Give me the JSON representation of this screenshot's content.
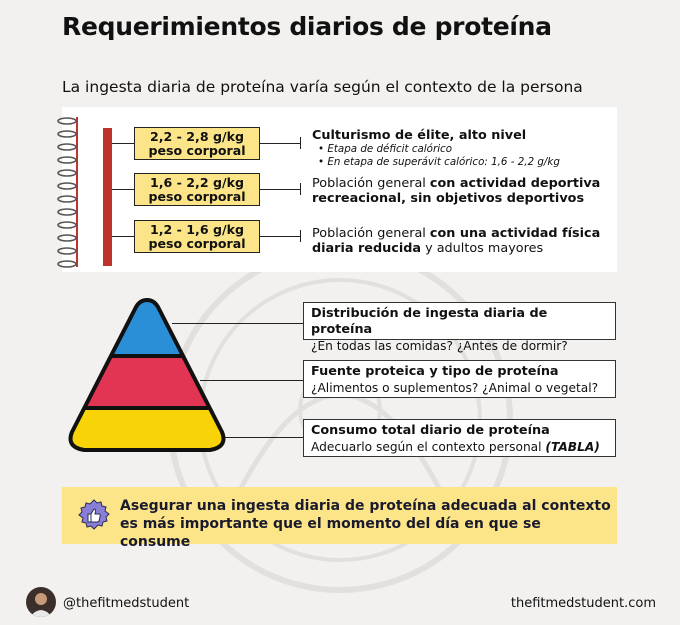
{
  "title": "Requerimientos diarios de proteína",
  "subtitle": "La ingesta diaria de proteína varía según el contexto de la persona",
  "requirements": [
    {
      "range_line1": "2,2 - 2,8 g/kg",
      "range_line2": "peso corporal",
      "heading": "Culturismo de élite, alto nivel",
      "bullets": [
        "Etapa de déficit calórico",
        "En etapa de superávit calórico: 1,6 - 2,2 g/kg"
      ]
    },
    {
      "range_line1": "1,6 - 2,2 g/kg",
      "range_line2": "peso corporal",
      "text_plain1": "Población general ",
      "text_bold1": "con actividad deportiva recreacional, sin objetivos deportivos"
    },
    {
      "range_line1": "1,2 - 1,6 g/kg",
      "range_line2": "peso corporal",
      "text_plain1": "Población general ",
      "text_bold1": "con una actividad física diaria reducida",
      "text_plain2": " y adultos mayores"
    }
  ],
  "pyramid": [
    {
      "heading": "Distribución de ingesta diaria de proteína",
      "detail": "¿En todas las comidas? ¿Antes de dormir?",
      "color": "#2b8fd8"
    },
    {
      "heading": "Fuente proteica y tipo de proteína",
      "detail": "¿Alimentos o suplementos? ¿Animal o vegetal?",
      "color": "#e23553"
    },
    {
      "heading": "Consumo total diario de proteína",
      "detail_plain": "Adecuarlo según el contexto personal ",
      "detail_italic": "(TABLA)",
      "color": "#f7d308"
    }
  ],
  "callout": {
    "line1": "Asegurar una ingesta diaria de proteína adecuada al contexto",
    "line2": "es más importante que el momento del día en que se consume",
    "icon": "thumbs-up-icon"
  },
  "footer": {
    "handle": "@thefitmedstudent",
    "site": "thefitmedstudent.com"
  }
}
